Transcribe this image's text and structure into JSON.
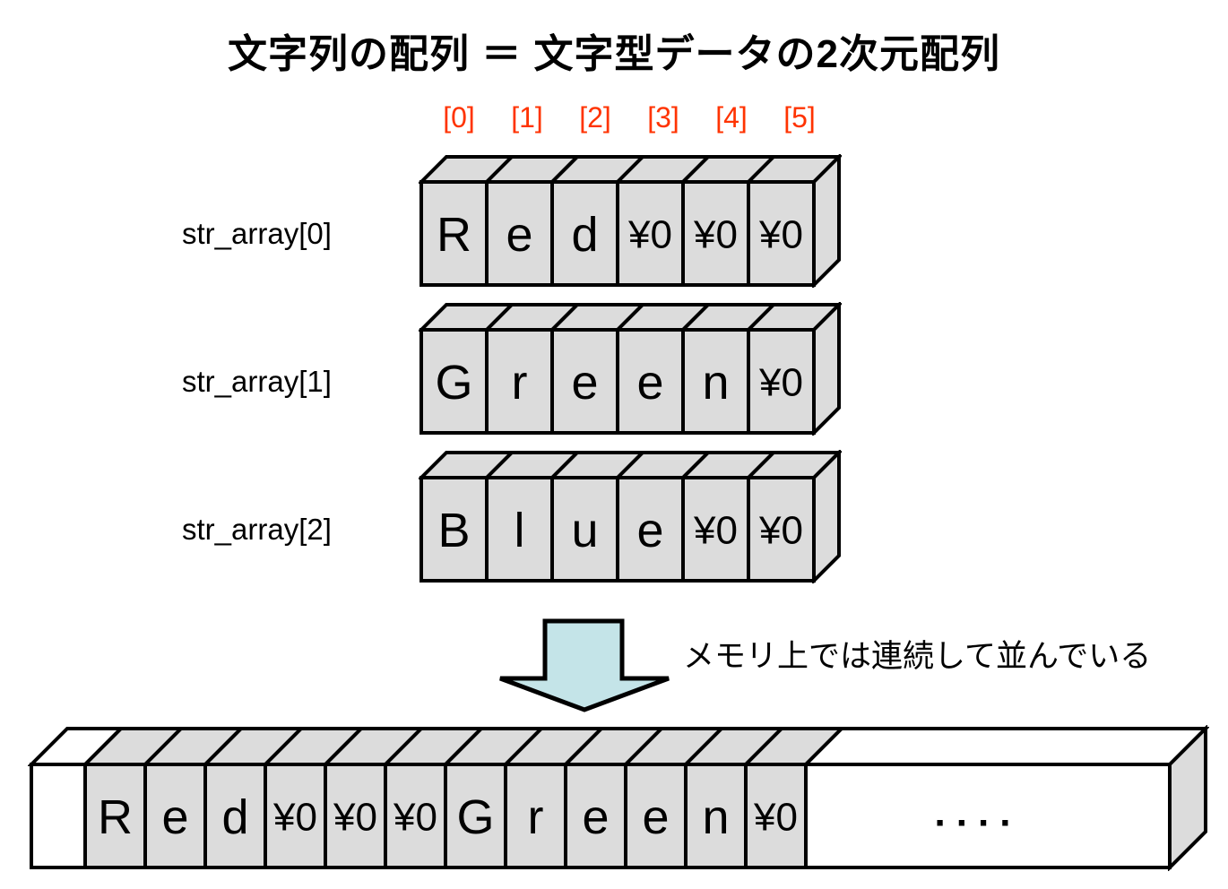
{
  "title": "文字列の配列 ＝ 文字型データの2次元配列",
  "column_indices": [
    "[0]",
    "[1]",
    "[2]",
    "[3]",
    "[4]",
    "[5]"
  ],
  "rows": [
    {
      "label": "str_array[0]",
      "cells": [
        "R",
        "e",
        "d",
        "¥0",
        "¥0",
        "¥0"
      ]
    },
    {
      "label": "str_array[1]",
      "cells": [
        "G",
        "r",
        "e",
        "e",
        "n",
        "¥0"
      ]
    },
    {
      "label": "str_array[2]",
      "cells": [
        "B",
        "l",
        "u",
        "e",
        "¥0",
        "¥0"
      ]
    }
  ],
  "arrow_caption": "メモリ上では連続して並んでいる",
  "memory_strip": {
    "leading_blank": "",
    "cells": [
      "R",
      "e",
      "d",
      "¥0",
      "¥0",
      "¥0",
      "G",
      "r",
      "e",
      "e",
      "n",
      "¥0"
    ],
    "ellipsis": "...."
  },
  "colors": {
    "cell_fill": "#dcdcdc",
    "blank_fill": "#ffffff",
    "index_color": "#ff3300",
    "arrow_fill": "#c4e4e8",
    "outline": "#000000"
  }
}
